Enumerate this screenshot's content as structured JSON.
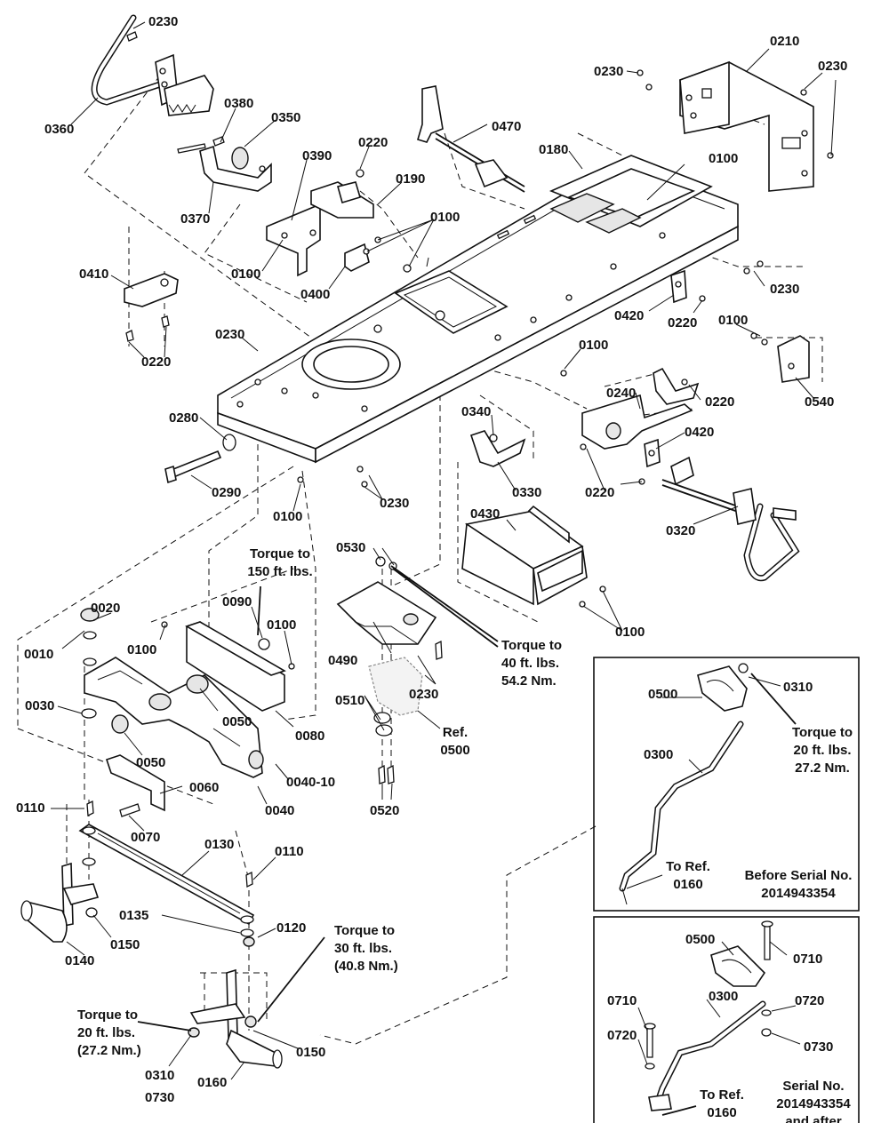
{
  "parts": {
    "p0230_a": "0230",
    "p0210": "0210",
    "p0230_b": "0230",
    "p0230_c": "0230",
    "p0360": "0360",
    "p0380": "0380",
    "p0350": "0350",
    "p0470": "0470",
    "p0180": "0180",
    "p0100_a": "0100",
    "p0220_a": "0220",
    "p0390": "0390",
    "p0190": "0190",
    "p0370": "0370",
    "p0100_b": "0100",
    "p0100_c": "0100",
    "p0410": "0410",
    "p0400": "0400",
    "p0230_d": "0230",
    "p0420_a": "0420",
    "p0220_b": "0220",
    "p0220_c": "0220",
    "p0100_d": "0100",
    "p0230_e": "0230",
    "p0100_e": "0100",
    "p0540": "0540",
    "p0240": "0240",
    "p0220_d": "0220",
    "p0340": "0340",
    "p0420_b": "0420",
    "p0280": "0280",
    "p0290": "0290",
    "p0330": "0330",
    "p0220_e": "0220",
    "p0100_f": "0100",
    "p0230_f": "0230",
    "p0320": "0320",
    "p0430": "0430",
    "p0530": "0530",
    "p0090": "0090",
    "p0100_g": "0100",
    "p0020": "0020",
    "p0010": "0010",
    "p0100_h": "0100",
    "p0490": "0490",
    "p0100_i": "0100",
    "p0230_g": "0230",
    "p0030": "0030",
    "p0050_a": "0050",
    "p0080": "0080",
    "p0510": "0510",
    "p0050_b": "0050",
    "p0040_10": "0040-10",
    "p0060": "0060",
    "p0040": "0040",
    "p0520": "0520",
    "p0110_a": "0110",
    "p0070": "0070",
    "p0130": "0130",
    "p0110_b": "0110",
    "p0135": "0135",
    "p0150_a": "0150",
    "p0140": "0140",
    "p0120": "0120",
    "p0310_a": "0310",
    "p0730_a": "0730",
    "p0160": "0160",
    "p0150_b": "0150",
    "p0500_a": "0500",
    "p0310_b": "0310",
    "p0300_a": "0300",
    "p0500_b": "0500",
    "p0710_a": "0710",
    "p0710_b": "0710",
    "p0300_b": "0300",
    "p0720_a": "0720",
    "p0720_b": "0720",
    "p0730_b": "0730"
  },
  "notes": {
    "torque_150": [
      "Torque to",
      "150 ft. lbs."
    ],
    "torque_40": [
      "Torque to",
      "40 ft. lbs.",
      "54.2 Nm."
    ],
    "ref_0500": [
      "Ref.",
      "0500"
    ],
    "torque_30": [
      "Torque to",
      "30 ft. lbs.",
      "(40.8 Nm.)"
    ],
    "torque_20_left": [
      "Torque to",
      "20 ft. lbs.",
      "(27.2 Nm.)"
    ],
    "torque_20_inset": [
      "Torque to",
      "20 ft. lbs.",
      "27.2 Nm."
    ],
    "to_ref_a": [
      "To Ref.",
      "0160"
    ],
    "to_ref_b": [
      "To Ref.",
      "0160"
    ],
    "serial_before": [
      "Before Serial No.",
      "2014943354"
    ],
    "serial_after": [
      "Serial No.",
      "2014943354",
      "and after"
    ]
  }
}
